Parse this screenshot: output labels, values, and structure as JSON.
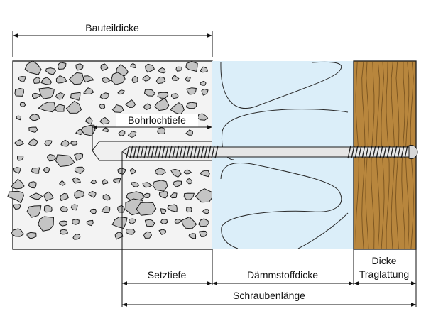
{
  "labels": {
    "bauteildicke": "Bauteildicke",
    "bohrlochtiefe": "Bohrlochtiefe",
    "setztiefe": "Setztiefe",
    "daemmstoffdicke": "Dämmstoffdicke",
    "dicke": "Dicke",
    "traglattung": "Traglattung",
    "schraubenlaenge": "Schraubenlänge"
  },
  "colors": {
    "concrete": "#f3f3f3",
    "stone": "#c4c4c4",
    "insulation": "#dbeef9",
    "wood": "#b8863d",
    "wood_grain": "#7a5420",
    "screw": "#e6e6e6",
    "outline": "#1a1a1a"
  }
}
